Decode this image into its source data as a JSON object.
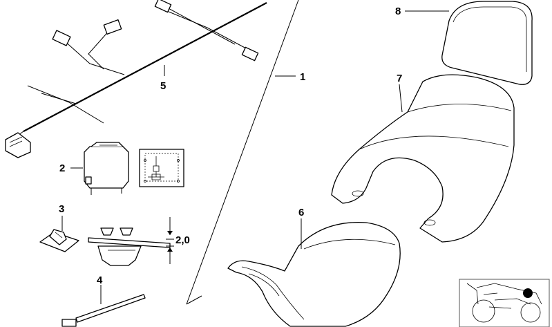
{
  "parts": [
    {
      "id": "1",
      "label": "1",
      "name": "seat-assembly"
    },
    {
      "id": "2",
      "label": "2",
      "name": "relay"
    },
    {
      "id": "3",
      "label": "3",
      "name": "cable-clip"
    },
    {
      "id": "4",
      "label": "4",
      "name": "cable-tie"
    },
    {
      "id": "5",
      "label": "5",
      "name": "wiring-harness"
    },
    {
      "id": "6",
      "label": "6",
      "name": "rider-seat"
    },
    {
      "id": "7",
      "label": "7",
      "name": "dual-seat"
    },
    {
      "id": "8",
      "label": "8",
      "name": "passenger-seat-pad"
    }
  ],
  "dimension": {
    "value": "2,0"
  },
  "icons": {
    "locator": "motorcycle-locator-icon",
    "marker": "location-dot-icon"
  },
  "colors": {
    "line": "#000000",
    "background": "#ffffff"
  }
}
